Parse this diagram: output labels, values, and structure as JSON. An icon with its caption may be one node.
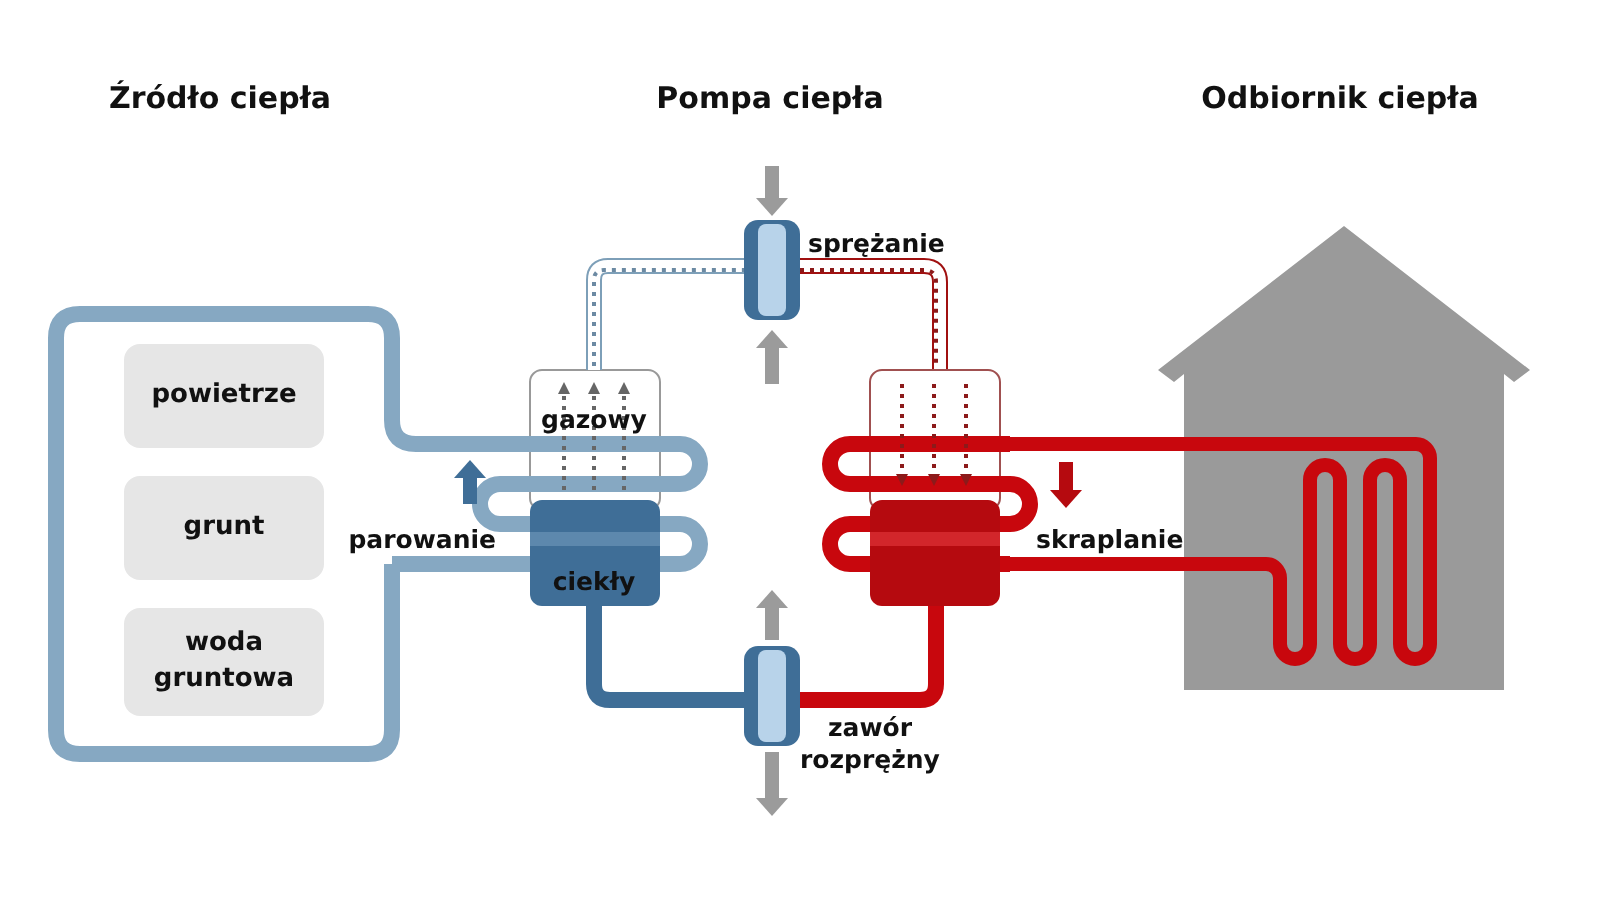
{
  "diagram": {
    "nodes": [
      {
        "text": [
          "powietrze"
        ]
      },
      {
        "text": [
          "grunt"
        ]
      },
      {
        "text": [
          "woda gruntowa"
        ]
      }
    ],
    "labels": [
      "Źródło ciepła",
      "Pompa ciepła",
      "Odbiornik ciepła",
      "sprężanie",
      "gazowy",
      "parowanie",
      "ciekły",
      "skraplanie",
      "zawór rozprężny"
    ]
  }
}
